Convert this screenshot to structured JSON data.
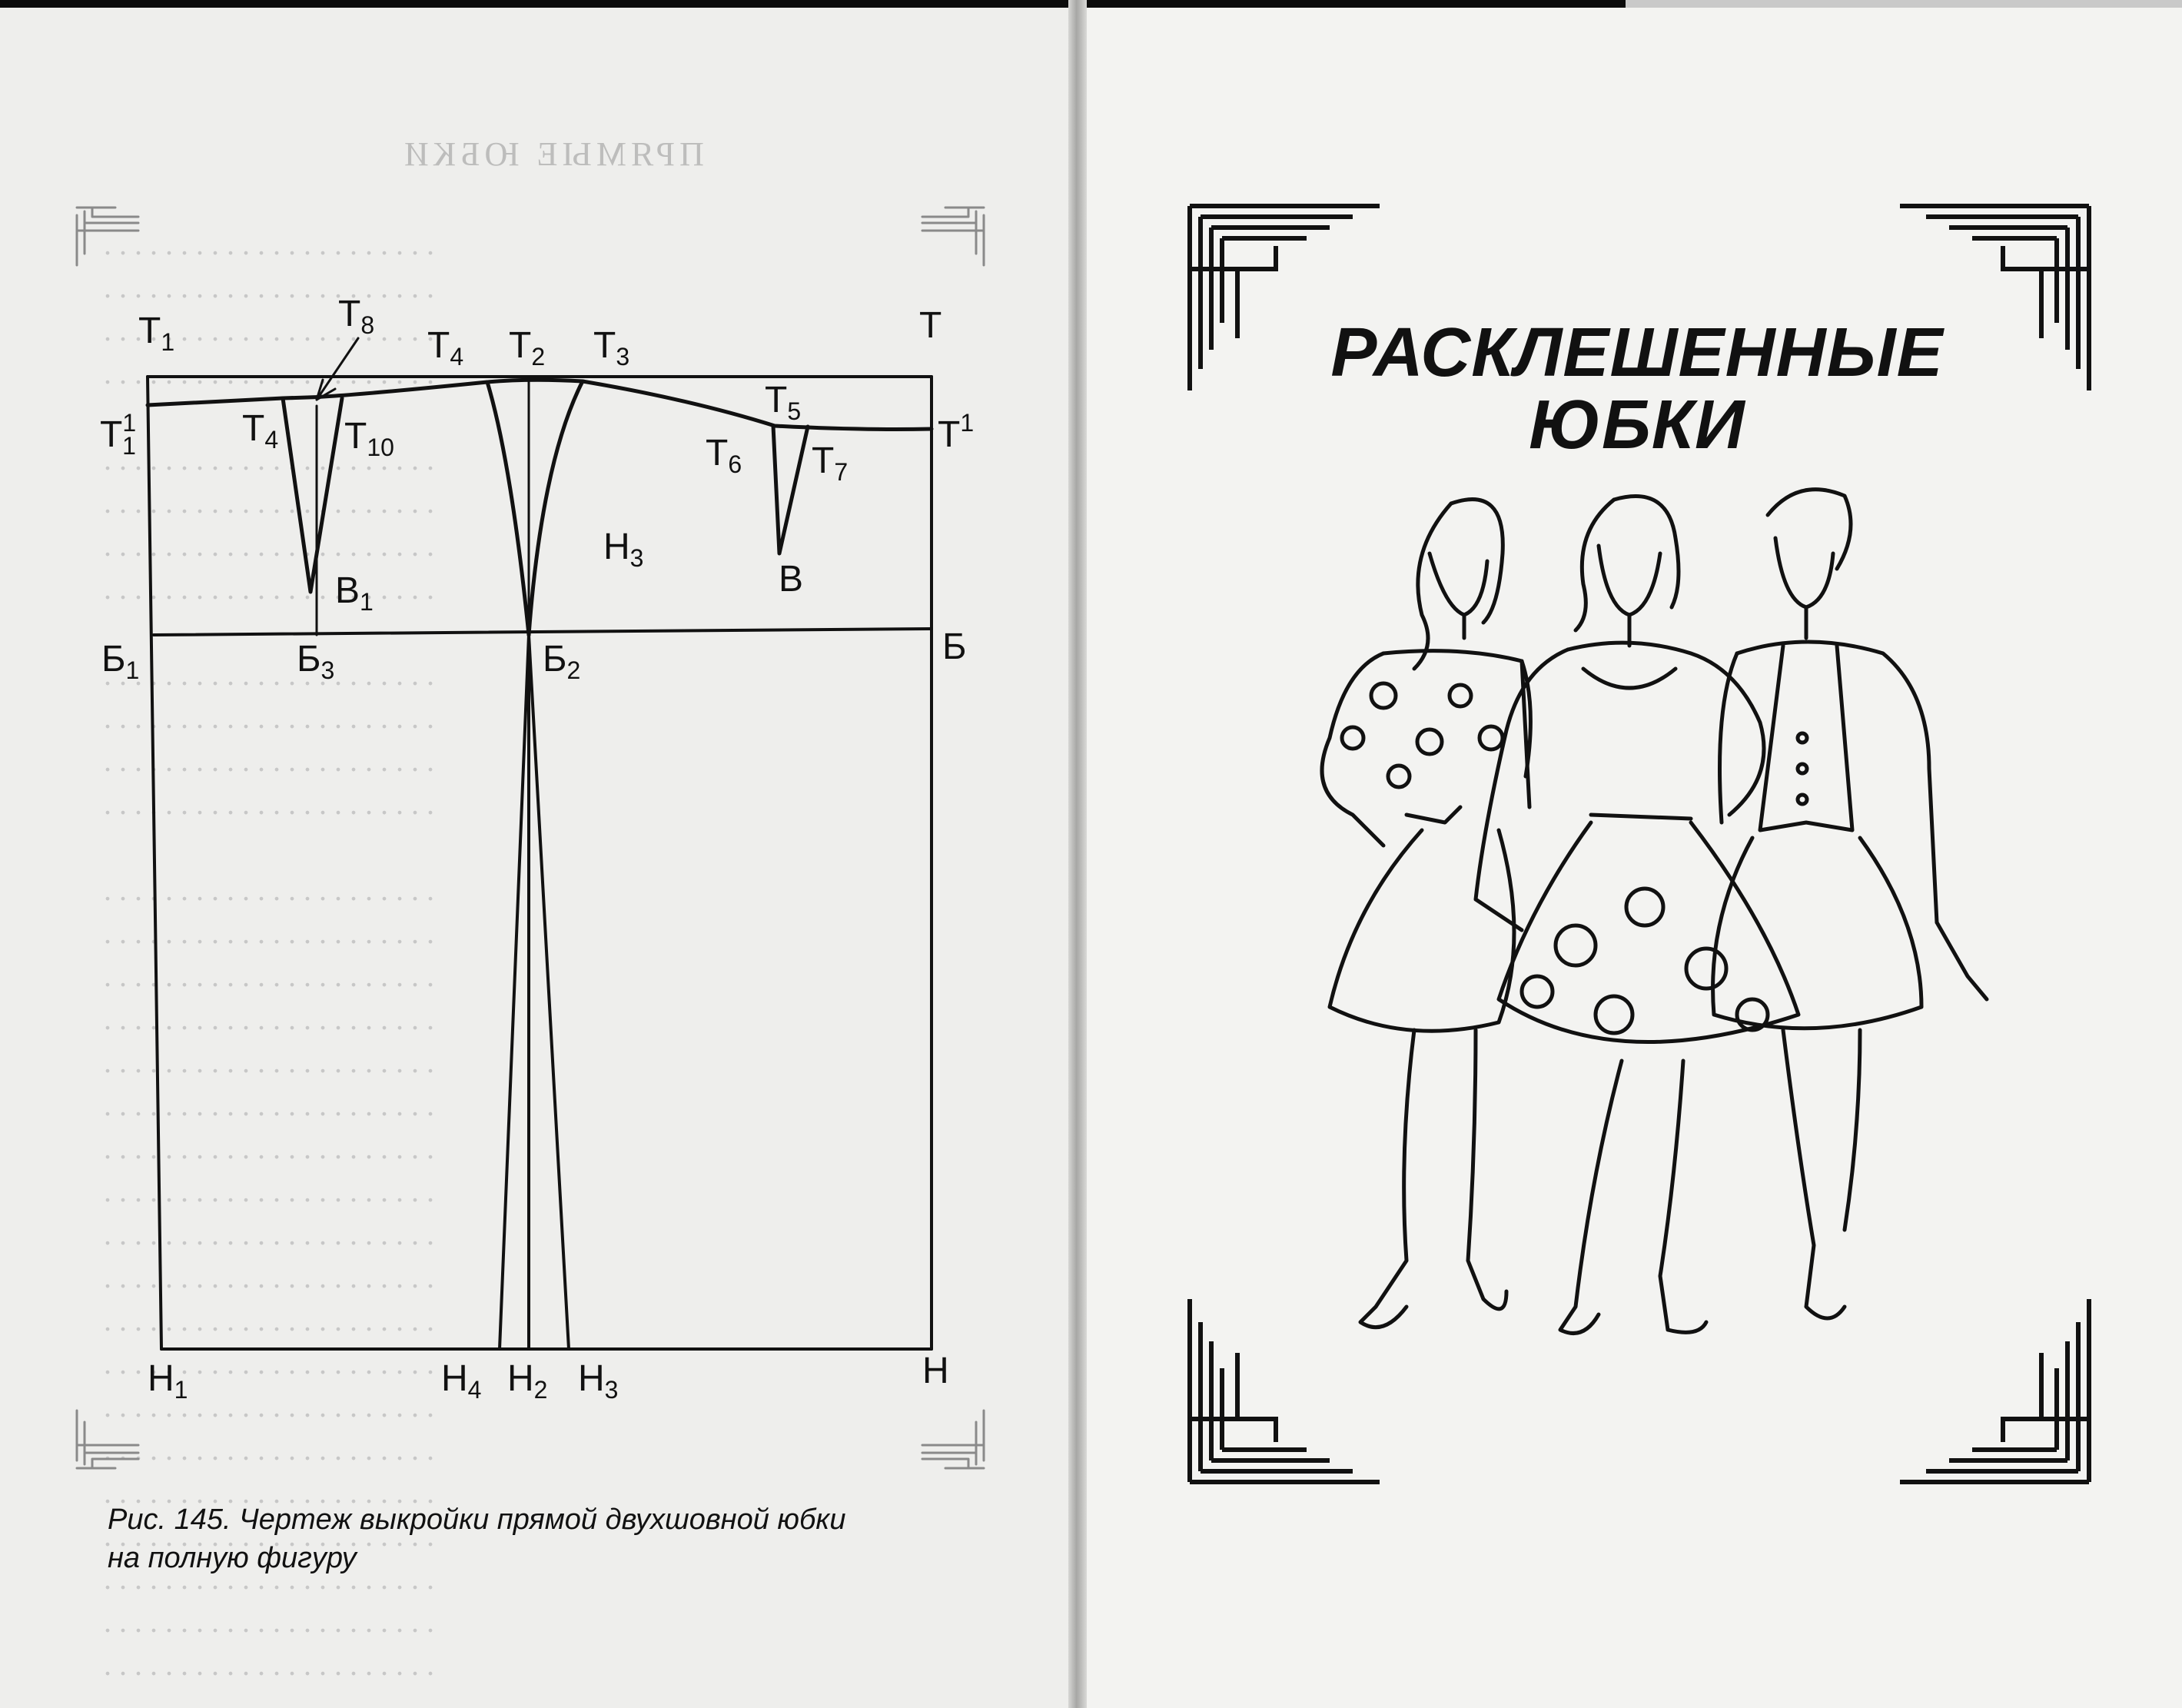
{
  "left_page": {
    "caption": "Рис. 145. Чертеж выкройки прямой двухшовной юбки на полную фигуру",
    "labels": {
      "T1": {
        "base": "Т",
        "sub": "1",
        "sup": ""
      },
      "T8": {
        "base": "Т",
        "sub": "8",
        "sup": ""
      },
      "T4_top": {
        "base": "Т",
        "sub": "4",
        "sup": ""
      },
      "T2": {
        "base": "Т",
        "sub": "2",
        "sup": ""
      },
      "T3": {
        "base": "Т",
        "sub": "3",
        "sup": ""
      },
      "T": {
        "base": "Т",
        "sub": "",
        "sup": ""
      },
      "T1_1": {
        "base": "Т",
        "sub": "1",
        "sup": "1"
      },
      "T4": {
        "base": "Т",
        "sub": "4",
        "sup": ""
      },
      "T10": {
        "base": "Т",
        "sub": "10",
        "sup": ""
      },
      "T5": {
        "base": "Т",
        "sub": "5",
        "sup": ""
      },
      "T1_right": {
        "base": "Т",
        "sub": "",
        "sup": "1"
      },
      "T6": {
        "base": "Т",
        "sub": "6",
        "sup": ""
      },
      "T7": {
        "base": "Т",
        "sub": "7",
        "sup": ""
      },
      "H3_top": {
        "base": "Н",
        "sub": "3",
        "sup": ""
      },
      "B1": {
        "base": "В",
        "sub": "1",
        "sup": ""
      },
      "B": {
        "base": "В",
        "sub": "",
        "sup": ""
      },
      "Bh1": {
        "base": "Б",
        "sub": "1",
        "sup": ""
      },
      "Bh3": {
        "base": "Б",
        "sub": "3",
        "sup": ""
      },
      "Bh2": {
        "base": "Б",
        "sub": "2",
        "sup": ""
      },
      "Bh": {
        "base": "Б",
        "sub": "",
        "sup": ""
      },
      "H1": {
        "base": "Н",
        "sub": "1",
        "sup": ""
      },
      "H4": {
        "base": "Н",
        "sub": "4",
        "sup": ""
      },
      "H2": {
        "base": "Н",
        "sub": "2",
        "sup": ""
      },
      "H3": {
        "base": "Н",
        "sub": "3",
        "sup": ""
      },
      "H": {
        "base": "Н",
        "sub": "",
        "sup": ""
      }
    }
  },
  "right_page": {
    "title_line1": "РАСКЛЕШЕННЫЕ",
    "title_line2": "ЮБКИ"
  }
}
